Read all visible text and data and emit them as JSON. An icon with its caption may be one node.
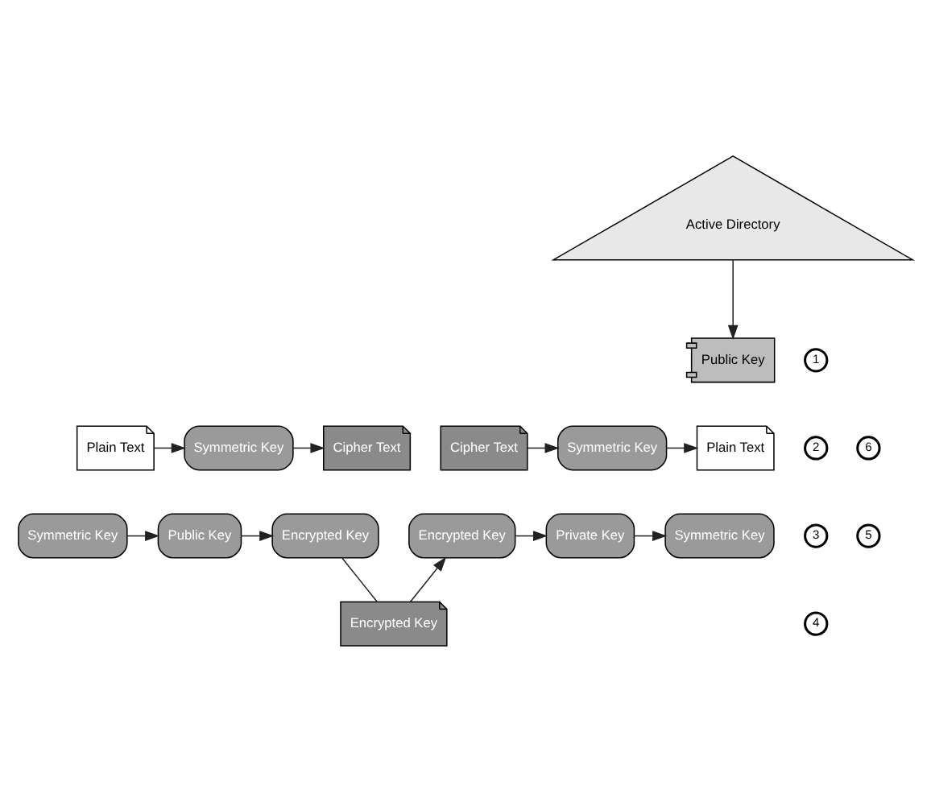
{
  "diagram": {
    "nodes": [
      {
        "text": [
          "Active Directory"
        ]
      },
      {
        "text": [
          "Public Key"
        ]
      },
      {
        "text": [
          "Plain Text"
        ]
      },
      {
        "text": [
          "Symmetric Key"
        ]
      },
      {
        "text": [
          "Cipher Text"
        ]
      },
      {
        "text": [
          "Cipher Text"
        ]
      },
      {
        "text": [
          "Symmetric Key"
        ]
      },
      {
        "text": [
          "Plain Text"
        ]
      },
      {
        "text": [
          "Symmetric Key"
        ]
      },
      {
        "text": [
          "Public Key"
        ]
      },
      {
        "text": [
          "Encrypted Key"
        ]
      },
      {
        "text": [
          "Encrypted Key"
        ]
      },
      {
        "text": [
          "Private Key"
        ]
      },
      {
        "text": [
          "Symmetric Key"
        ]
      },
      {
        "text": [
          "Encrypted Key"
        ]
      }
    ],
    "edges": [
      {
        "from": 0,
        "to": 1,
        "arrow": "to"
      },
      {
        "from": 2,
        "to": 3,
        "arrow": "to"
      },
      {
        "from": 3,
        "to": 4,
        "arrow": "to"
      },
      {
        "from": 5,
        "to": 6,
        "arrow": "to"
      },
      {
        "from": 6,
        "to": 7,
        "arrow": "to"
      },
      {
        "from": 8,
        "to": 9,
        "arrow": "to"
      },
      {
        "from": 9,
        "to": 10,
        "arrow": "to"
      },
      {
        "from": 11,
        "to": 12,
        "arrow": "to"
      },
      {
        "from": 12,
        "to": 13,
        "arrow": "to"
      },
      {
        "from": 10,
        "to": 14,
        "arrow": "none"
      },
      {
        "from": 14,
        "to": 11,
        "arrow": "to"
      }
    ],
    "labels": [
      "1",
      "2",
      "6",
      "3",
      "5",
      "4"
    ]
  }
}
